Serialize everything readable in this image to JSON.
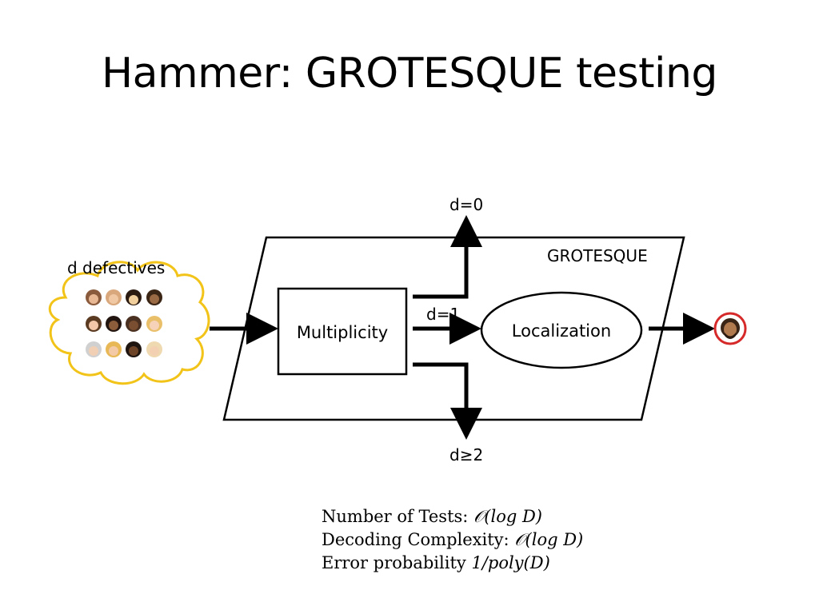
{
  "slide": {
    "title": "Hammer: GROTESQUE testing"
  },
  "diagram": {
    "input_label": "d defectives",
    "block_label": "GROTESQUE",
    "multiplicity_label": "Multiplicity",
    "localization_label": "Localization",
    "branch_top_label": "d=0",
    "branch_mid_label": "d=1",
    "branch_bottom_label": "d≥2",
    "colors": {
      "cloud_outline": "#f2c318",
      "output_ring": "#d62a2a",
      "stroke": "#000000"
    }
  },
  "results": {
    "tests_label": "Number of Tests:",
    "tests_value": "𝒪(log D)",
    "decoding_label": "Decoding Complexity:",
    "decoding_value": "𝒪(log D)",
    "error_label": "Error probability",
    "error_value": "1/poly(D)"
  }
}
